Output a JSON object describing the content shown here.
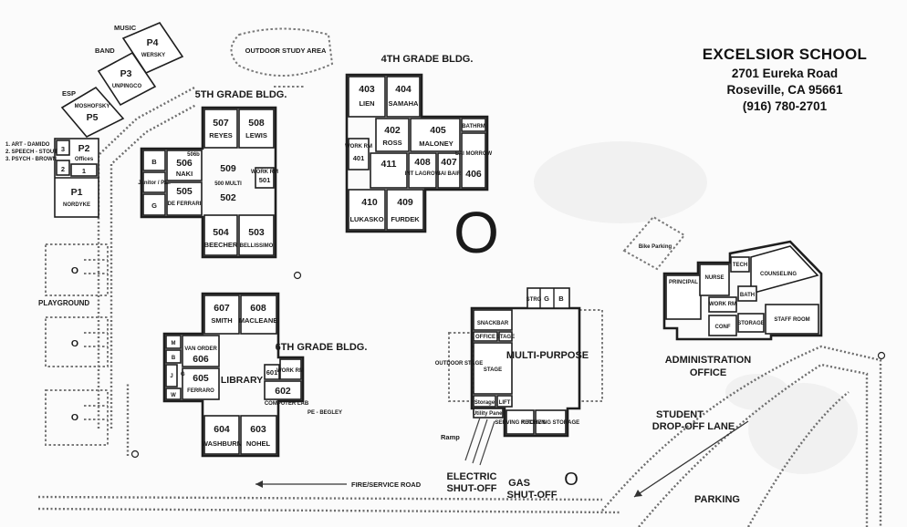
{
  "school": {
    "name": "EXCELSIOR SCHOOL",
    "street": "2701 Eureka Road",
    "city": "Roseville, CA 95661",
    "phone": "(916) 780-2701"
  },
  "areas": {
    "outdoor_study": "OUTDOOR STUDY AREA",
    "playground": "PLAYGROUND",
    "bike_parking": "Bike Parking",
    "fire_road": "FIRE/SERVICE ROAD",
    "dropoff_1": "STUDENT",
    "dropoff_2": "DROP-OFF LANE",
    "parking": "PARKING",
    "ramp": "Ramp",
    "electric_1": "ELECTRIC",
    "electric_2": "SHUT-OFF",
    "gas_1": "GAS",
    "gas_2": "SHUT-OFF",
    "circle_letter": "O"
  },
  "portables": {
    "music": "MUSIC",
    "band": "BAND",
    "esp": "ESP",
    "p4": "P4",
    "p4_name": "WERSKY",
    "p3": "P3",
    "p3_name": "UNPINGCO",
    "p5": "P5",
    "p5_name": "MOSHOFSKY",
    "p2": "P2",
    "p2_sub": "Offices",
    "p2_a": "3",
    "p2_b": "2",
    "p2_c": "1",
    "p1": "P1",
    "p1_name": "NORDYKE",
    "services": [
      "1. ART - DAMIDO",
      "2. SPEECH - STOUT",
      "3. PSYCH - BROWN"
    ]
  },
  "grade5": {
    "title": "5TH GRADE BLDG.",
    "r507": "507",
    "r507_name": "REYES",
    "r508": "508",
    "r508_name": "LEWIS",
    "r506": "506",
    "r506_name": "NAKI",
    "r506_note": "506b",
    "r505": "505",
    "r505_name": "DE FERRARI",
    "r509": "509",
    "r509_note": "500 MULTI",
    "r502": "502",
    "r501": "501",
    "work_rm": "WORK RM",
    "b": "B",
    "g": "G",
    "janitor": "Janitor / P.E.",
    "r504": "504",
    "r504_name": "BEECHER",
    "r503": "503",
    "r503_name": "BELLISSIMO"
  },
  "grade4": {
    "title": "4TH GRADE BLDG.",
    "r403": "403",
    "r403_name": "LIEN",
    "r404": "404",
    "r404_name": "SAMAHA",
    "r402": "402",
    "r402_name": "ROSS",
    "r405": "405",
    "r405_name": "MALONEY",
    "bathrm": "BATHRM",
    "r406": "406",
    "r406_name": "SAI MORROW",
    "work_rm": "WORK RM",
    "r401": "401",
    "r411": "411",
    "r408": "408",
    "r408_name": "INT LAGROW",
    "r407": "407",
    "r407_name": "SAI BAIR",
    "r410": "410",
    "r410_name": "LUKASKO",
    "r409": "409",
    "r409_name": "FURDEK"
  },
  "grade6": {
    "title": "6TH GRADE BLDG.",
    "r607": "607",
    "r607_name": "SMITH",
    "r608": "608",
    "r608_name": "MACLEANE",
    "m": "M",
    "b": "B",
    "j": "J",
    "g": "G",
    "w": "W",
    "r606": "606",
    "r606_name": "VAN ORDER",
    "r605": "605",
    "r605_name": "FERRARO",
    "library": "LIBRARY",
    "r601": "601",
    "work_rm": "WORK RM",
    "r602": "602",
    "computer_lab": "COMPUTER LAB",
    "pe": "PE - BEGLEY",
    "r604": "604",
    "r604_name": "WASHBURN",
    "r603": "603",
    "r603_name": "NOHEL"
  },
  "multi": {
    "title": "MULTI-PURPOSE",
    "snackbar": "SNACKBAR",
    "office": "OFFICE",
    "stage_small": "STAGE",
    "stage": "STAGE",
    "outdoor_stage": "OUTDOOR STAGE",
    "strg": "STRG",
    "g": "G",
    "b": "B",
    "storage": "Storage",
    "lift": "LIFT",
    "utility": "Utility Panel",
    "serving": "SERVING KITCHEN",
    "receiving": "RECEIVING STORAGE"
  },
  "admin": {
    "title_1": "ADMINISTRATION",
    "title_2": "OFFICE",
    "principal": "PRINCIPAL",
    "nurse": "NURSE",
    "tech": "TECH",
    "counseling": "COUNSELING",
    "work_rm": "WORK RM",
    "bath": "BATH",
    "staff_room": "STAFF ROOM",
    "storage": "STORAGE",
    "conf": "CONF"
  }
}
